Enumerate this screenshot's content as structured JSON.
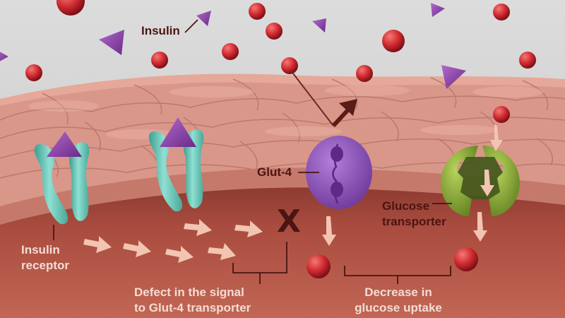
{
  "labels": {
    "insulin": "Insulin",
    "glut4": "Glut-4",
    "glucose_transporter_line1": "Glucose",
    "glucose_transporter_line2": "transporter",
    "insulin_receptor_line1": "Insulin",
    "insulin_receptor_line2": "receptor",
    "defect_line1": "Defect in the signal",
    "defect_line2": "to Glut-4 transporter",
    "decrease_line1": "Decrease in",
    "decrease_line2": "glucose uptake",
    "blocked_mark": "X"
  },
  "colors": {
    "background": "#d2d2d2",
    "cell_surface": "#d9978a",
    "cytoplasm": "#a64a3d",
    "insulin": "#8e3fa8",
    "glucose": "#c8202a",
    "insulin_receptor": "#5fc1b0",
    "glut4": "#8a4fb9",
    "glucose_transporter": "#8fb337",
    "signal_arrow": "#f2c5b2",
    "label_text": "#4a1512"
  }
}
